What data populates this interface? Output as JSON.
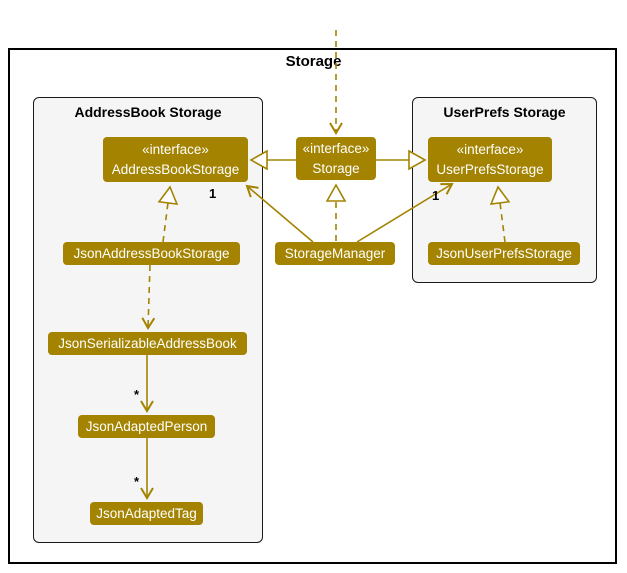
{
  "diagram": {
    "kind": "uml-class-diagram",
    "frame_title": "Storage"
  },
  "packages": [
    {
      "label": "AddressBook Storage"
    },
    {
      "label": "UserPrefs Storage"
    }
  ],
  "nodes": {
    "address_book_storage_interface": {
      "stereotype": "«interface»",
      "name": "AddressBookStorage"
    },
    "storage_interface": {
      "stereotype": "«interface»",
      "name": "Storage"
    },
    "user_prefs_storage_interface": {
      "stereotype": "«interface»",
      "name": "UserPrefsStorage"
    },
    "json_address_book_storage": {
      "name": "JsonAddressBookStorage"
    },
    "storage_manager": {
      "name": "StorageManager"
    },
    "json_user_prefs_storage": {
      "name": "JsonUserPrefsStorage"
    },
    "json_serializable_address_book": {
      "name": "JsonSerializableAddressBook"
    },
    "json_adapted_person": {
      "name": "JsonAdaptedPerson"
    },
    "json_adapted_tag": {
      "name": "JsonAdaptedTag"
    }
  },
  "multiplicities": {
    "storage_manager_to_address_book_storage": "1",
    "storage_manager_to_user_prefs_storage": "1",
    "serializable_to_adapted_person": "*",
    "adapted_person_to_adapted_tag": "*"
  },
  "colors": {
    "accent_gold": "#A38300",
    "package_background": "#F5F5F5",
    "text_on_gold": "#FFFFFF",
    "frame_border": "#000000",
    "label_text": "#000000"
  }
}
